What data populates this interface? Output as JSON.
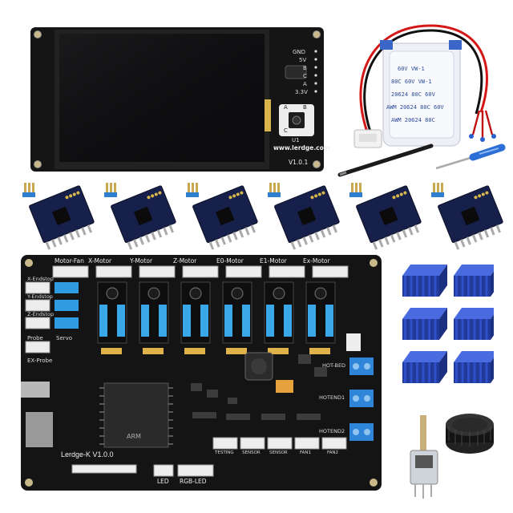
{
  "display": {
    "url": "www.lerdge.com",
    "version": "V1.0.1",
    "pins": [
      "GND",
      "5V",
      "B",
      "C",
      "A",
      "3.3V"
    ],
    "chip": "U1",
    "encoder_labels": [
      "A",
      "B",
      "C"
    ]
  },
  "cable": {
    "lines": [
      "60V VW-1",
      "80C 60V VW-1",
      "20624 80C 60V",
      "AWM 20624 80C 60V",
      "AWM 20624 80C"
    ]
  },
  "drivers": {
    "count": 6
  },
  "heatsinks": {
    "count": 6
  },
  "board": {
    "name": "Lerdge-K V1.0.0",
    "motor_labels": [
      "Motor-Fan",
      "X-Motor",
      "Y-Motor",
      "Z-Motor",
      "E0-Motor",
      "E1-Motor",
      "Ex-Motor"
    ],
    "endstops": [
      "X-Endstop",
      "Y-Endstop",
      "Z-Endstop"
    ],
    "left_labels": [
      "Probe",
      "Servo",
      "EX-Probe"
    ],
    "right_labels": [
      "HOT-BED",
      "HOTEND1",
      "HOTEND2"
    ],
    "bottom_labels": [
      "LED",
      "RGB-LED",
      "TESTING",
      "SENSOR",
      "SENSOR",
      "FAN1",
      "FAN2"
    ],
    "mcu": "ARM"
  },
  "colors": {
    "board": "#141414",
    "driver_pcb": "#16204a",
    "heatsink": "#2f4fc8",
    "screen": "#0c0c0e",
    "motor_connector": "#3aa7e8"
  }
}
